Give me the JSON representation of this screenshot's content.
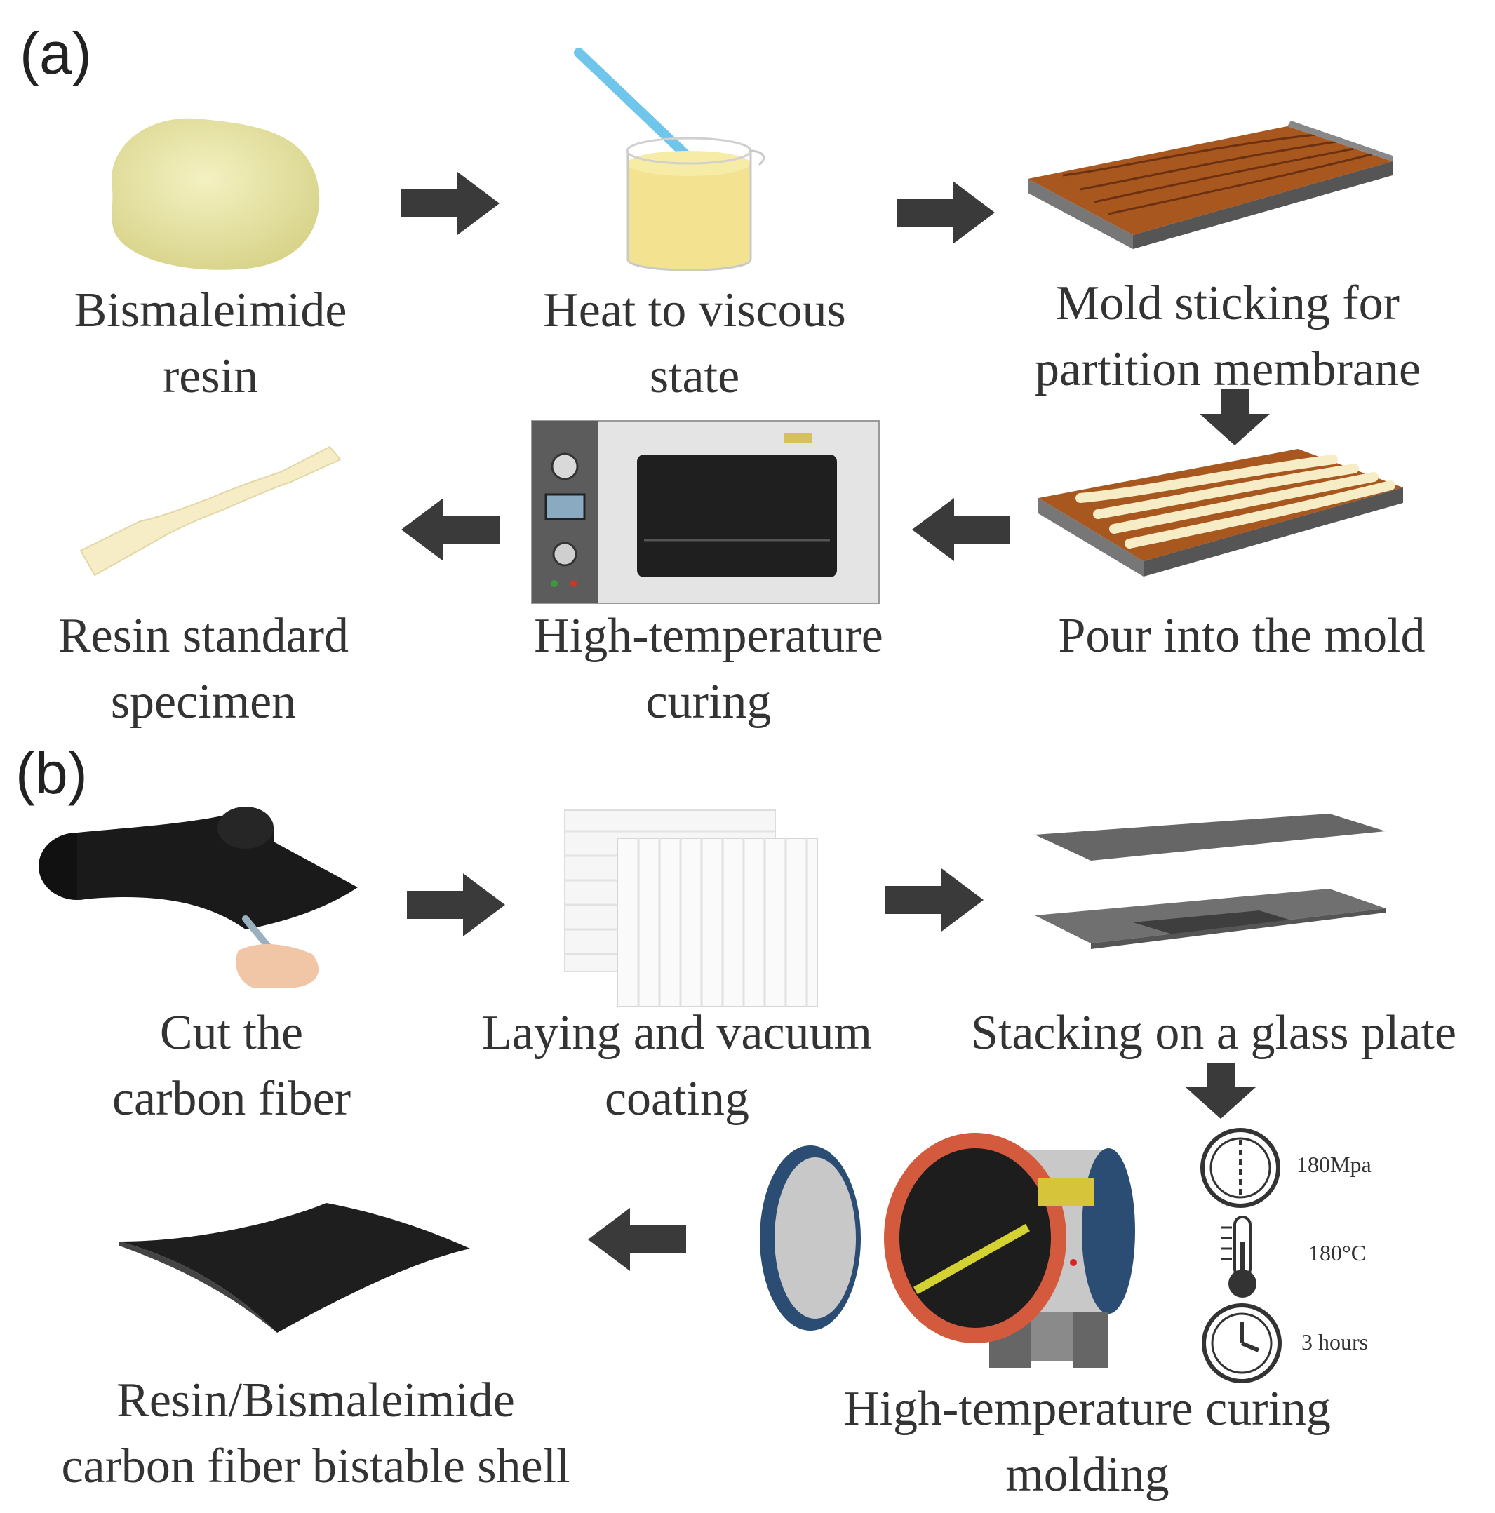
{
  "panel_a": {
    "label": "(a)",
    "steps": {
      "resin": {
        "line1": "Bismaleimide",
        "line2": "resin"
      },
      "heat": {
        "line1": "Heat to viscous",
        "line2": "state"
      },
      "mold": {
        "line1": "Mold sticking for",
        "line2": "partition membrane"
      },
      "pour": {
        "line1": "Pour into the mold"
      },
      "curing": {
        "line1": "High-temperature",
        "line2": "curing"
      },
      "specimen": {
        "line1": "Resin standard",
        "line2": "specimen"
      }
    }
  },
  "panel_b": {
    "label": "(b)",
    "steps": {
      "cut": {
        "line1": "Cut the",
        "line2": "carbon fiber"
      },
      "laying": {
        "line1": "Laying and vacuum",
        "line2": "coating"
      },
      "stacking": {
        "line1": "Stacking on a glass plate"
      },
      "molding": {
        "line1": "High-temperature curing",
        "line2": "molding"
      },
      "shell": {
        "line1": "Resin/Bismaleimide",
        "line2": "carbon fiber bistable shell"
      }
    },
    "conditions": {
      "pressure": "180Mpa",
      "temperature": "180°C",
      "time": "3 hours"
    }
  },
  "colors": {
    "arrow": "#3a3a3a",
    "wood": "#a8571f",
    "resin_yellow": "#f3e391"
  }
}
